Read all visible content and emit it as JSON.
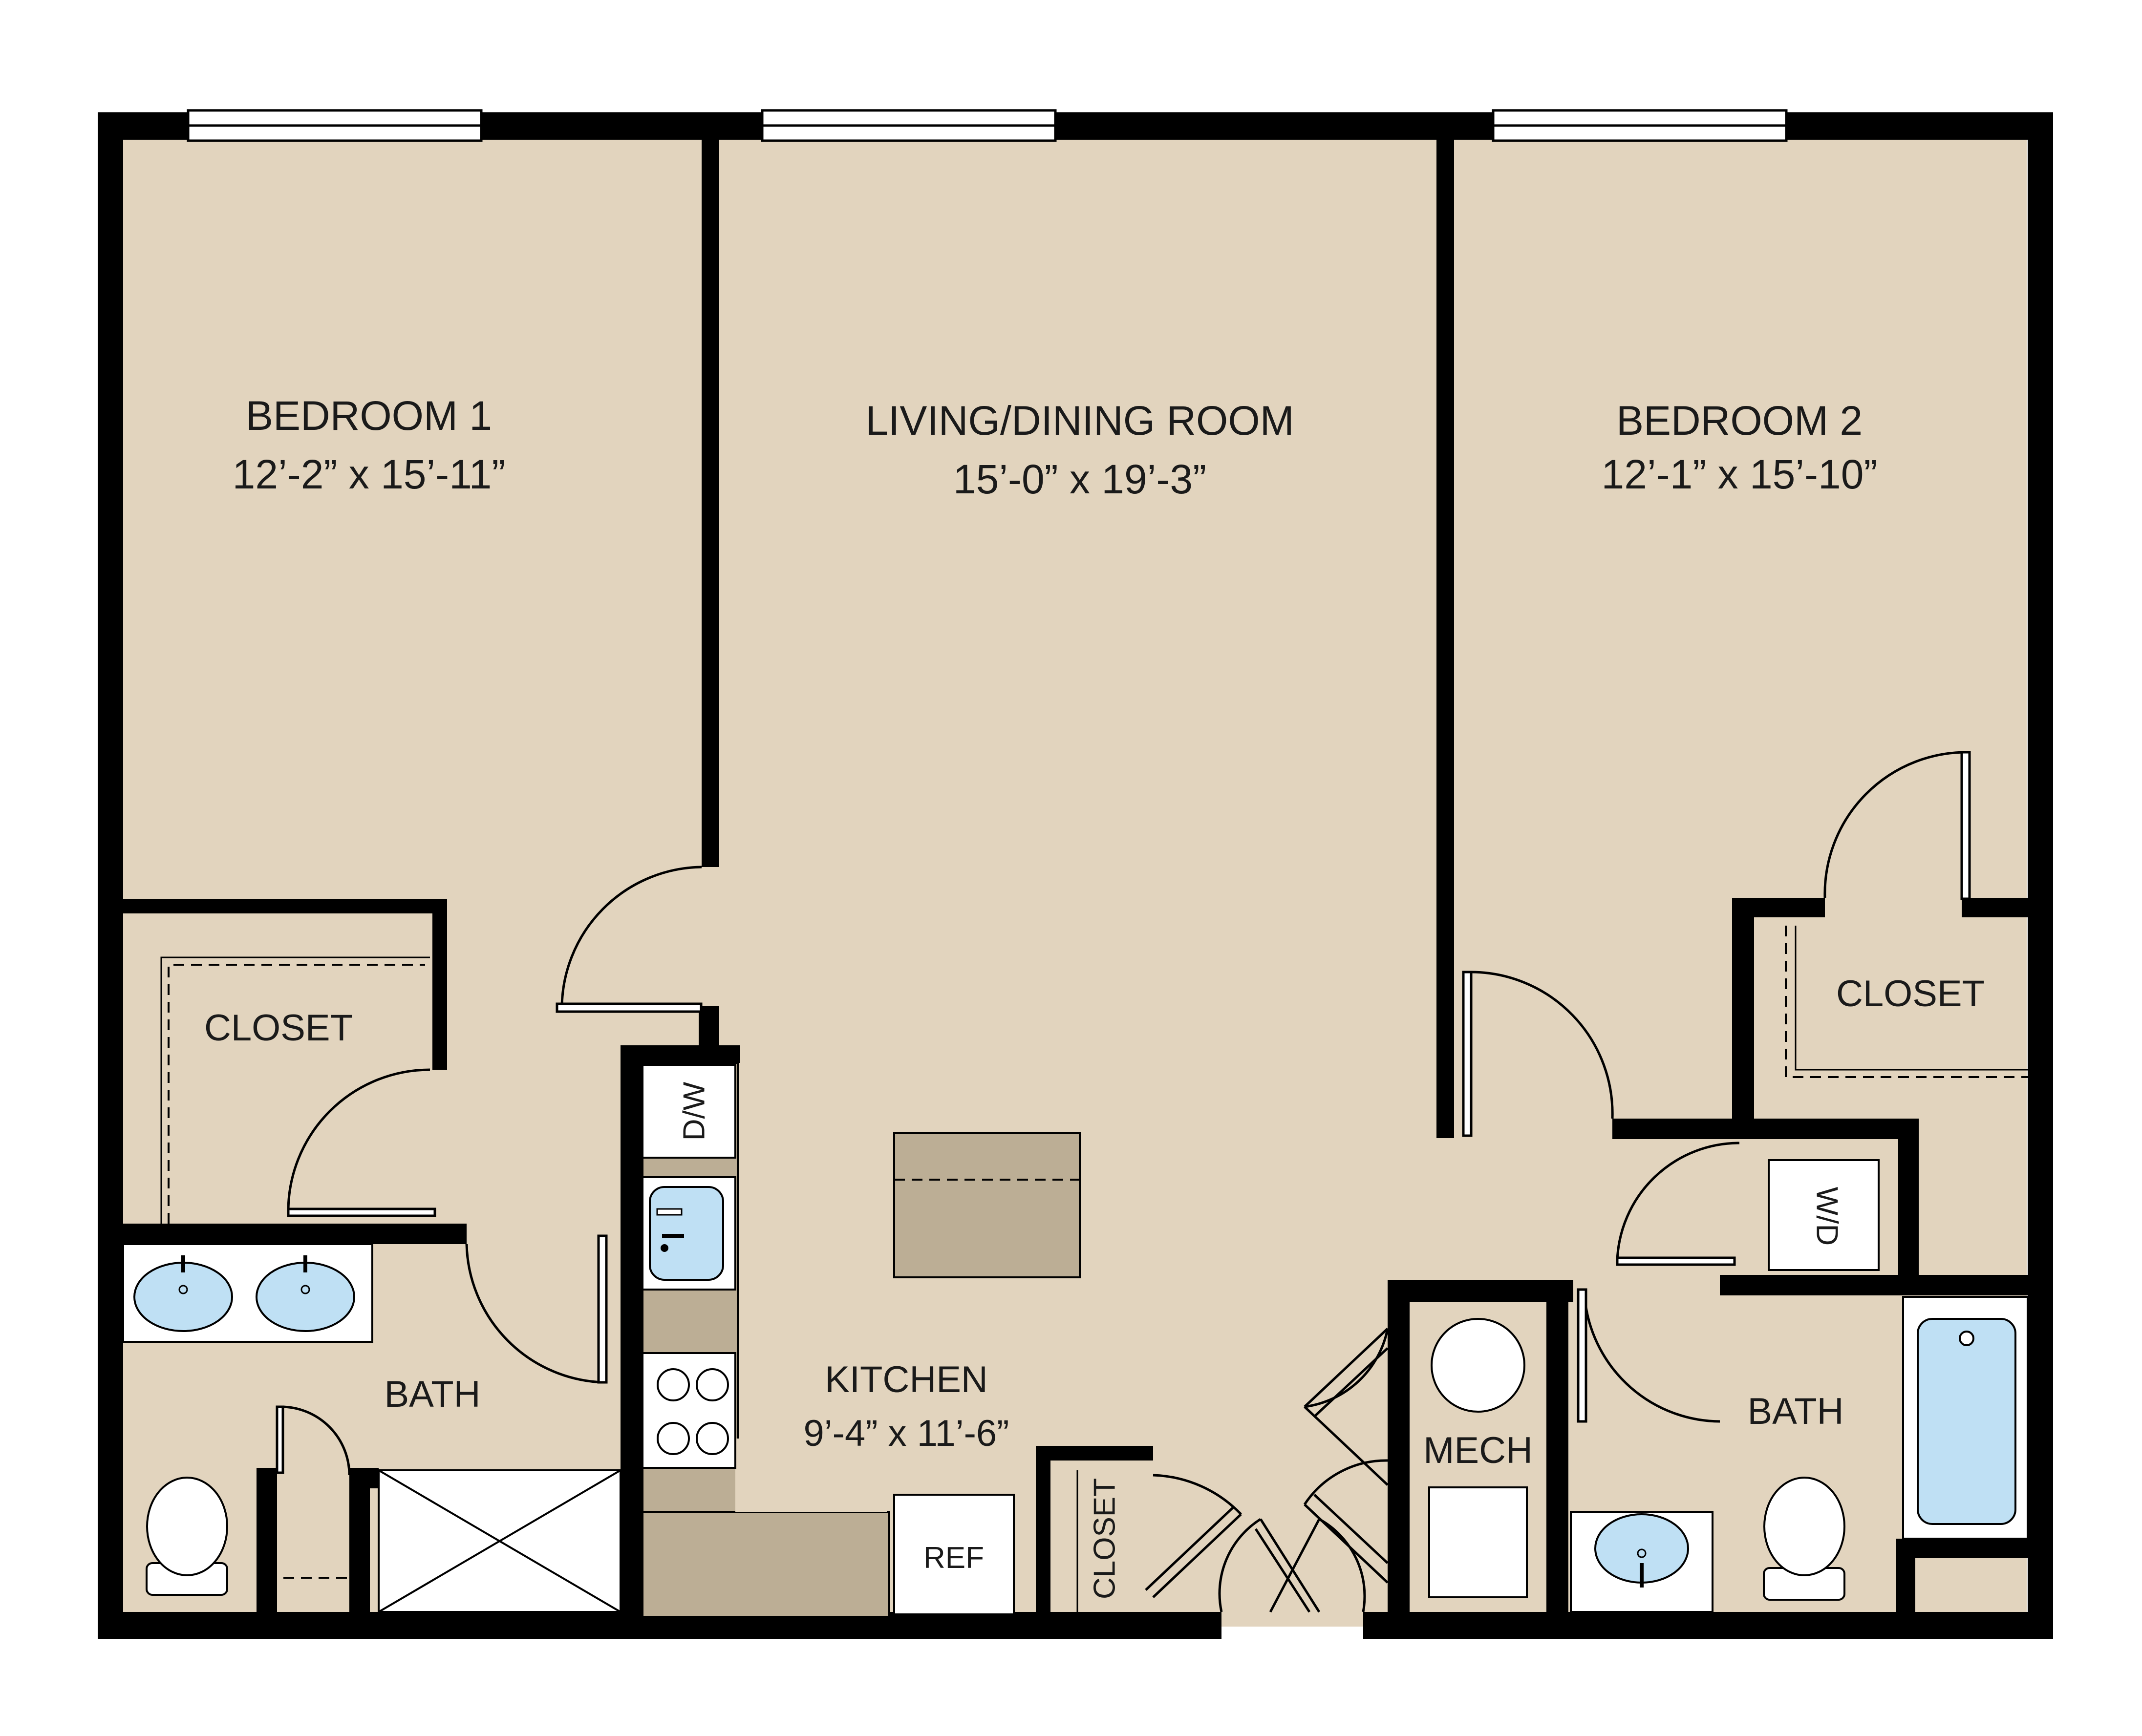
{
  "colors": {
    "floor": "#E2D4BE",
    "wall": "#000000",
    "counter": "#BCAE95",
    "fixture_water": "#BFE0F4",
    "appliance": "#FFFFFF",
    "window": "#FFFFFF"
  },
  "rooms": {
    "bedroom1": {
      "name": "BEDROOM 1",
      "dims": "12’-2” x 15’-11”"
    },
    "living": {
      "name": "LIVING/DINING ROOM",
      "dims": "15’-0” x 19’-3”"
    },
    "bedroom2": {
      "name": "BEDROOM 2",
      "dims": "12’-1” x 15’-10”"
    },
    "kitchen": {
      "name": "KITCHEN",
      "dims": "9’-4” x 11’-6”"
    },
    "closet1": {
      "name": "CLOSET"
    },
    "closet2": {
      "name": "CLOSET"
    },
    "closet3": {
      "name": "CLOSET"
    },
    "bath1": {
      "name": "BATH"
    },
    "bath2": {
      "name": "BATH"
    },
    "mech": {
      "name": "MECH"
    }
  },
  "appliances": {
    "dishwasher": "D/W",
    "washer_dryer": "W/D",
    "refrigerator": "REF"
  },
  "icons": [
    "window-icon",
    "door-swing-icon",
    "sink-icon",
    "toilet-icon",
    "bathtub-icon",
    "shower-icon",
    "stove-icon",
    "island-icon",
    "water-heater-icon"
  ]
}
